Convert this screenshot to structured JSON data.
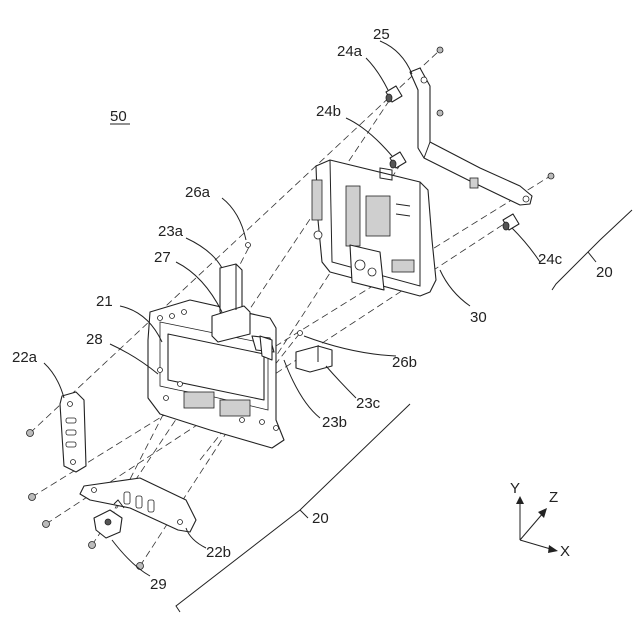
{
  "figure_label": "50",
  "axes": {
    "x": "X",
    "y": "Y",
    "z": "Z"
  },
  "labels": {
    "l20a": "20",
    "l20b": "20",
    "l21": "21",
    "l22a": "22a",
    "l22b": "22b",
    "l23a": "23a",
    "l23b": "23b",
    "l23c": "23c",
    "l24a": "24a",
    "l24b": "24b",
    "l24c": "24c",
    "l25": "25",
    "l26a": "26a",
    "l26b": "26b",
    "l27": "27",
    "l28": "28",
    "l29": "29",
    "l30": "30"
  }
}
